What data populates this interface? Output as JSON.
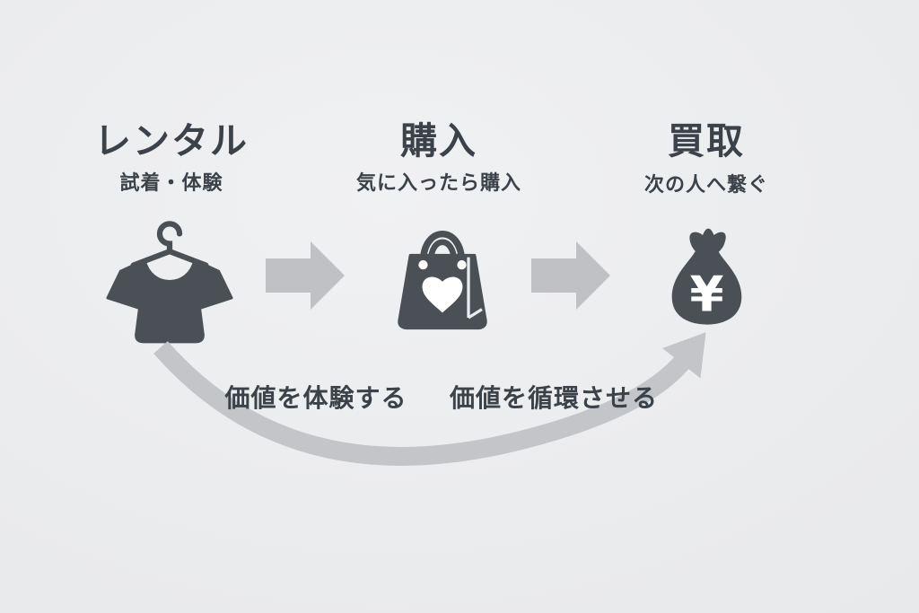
{
  "diagram": {
    "steps": [
      {
        "title": "レンタル",
        "subtitle": "試着・体験",
        "icon": "tshirt-on-hanger-icon"
      },
      {
        "title": "購入",
        "subtitle": "気に入ったら購入",
        "icon": "shopping-bag-heart-icon"
      },
      {
        "title": "買取",
        "subtitle": "次の人へ繋ぐ",
        "icon": "money-bag-yen-icon"
      }
    ],
    "flow_arrows": [
      "right-arrow",
      "right-arrow"
    ],
    "loop_labels": [
      {
        "text": "価値を体験する"
      },
      {
        "text": "価値を循環させる"
      }
    ],
    "yen_symbol": "¥",
    "colors": {
      "background": "#ecedef",
      "ink": "#4a5056",
      "text": "#3b424a",
      "arrow": "#bfc1c5",
      "loop_arrow": "#c3c5c9"
    }
  }
}
